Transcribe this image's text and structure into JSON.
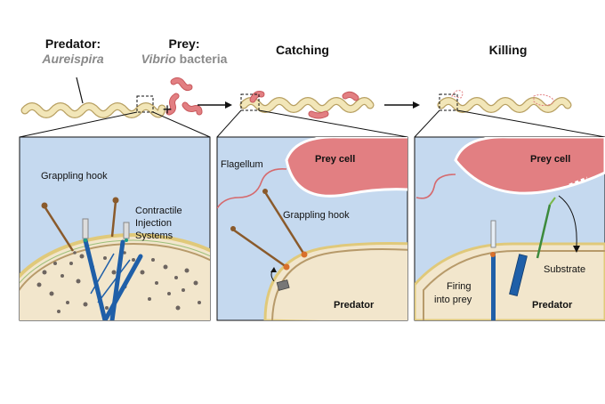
{
  "header": {
    "predator_label": "Predator:",
    "predator_species": "Aureispira",
    "prey_label": "Prey:",
    "prey_genus": "Vibrio",
    "prey_suffix": "bacteria",
    "plus": "+",
    "catching": "Catching",
    "killing": "Killing"
  },
  "panel_left": {
    "grappling_hook": "Grappling hook",
    "cis_line1": "Contractile",
    "cis_line2": "Injection",
    "cis_line3": "Systems"
  },
  "panel_middle": {
    "flagellum": "Flagellum",
    "prey_cell": "Prey cell",
    "grappling_hook": "Grappling hook",
    "predator": "Predator"
  },
  "panel_right": {
    "prey_cell": "Prey cell",
    "substrate": "Substrate",
    "firing_line1": "Firing",
    "firing_line2": "into prey",
    "predator": "Predator"
  },
  "colors": {
    "panel_bg": "#c5d9ef",
    "predator_fill": "#f2e6cc",
    "predator_outline": "#e0c97a",
    "prey_fill": "#e27f82",
    "prey_outline": "#c8585c",
    "cis_blue": "#1f5fa8",
    "hook_brown": "#8a5a2b"
  }
}
